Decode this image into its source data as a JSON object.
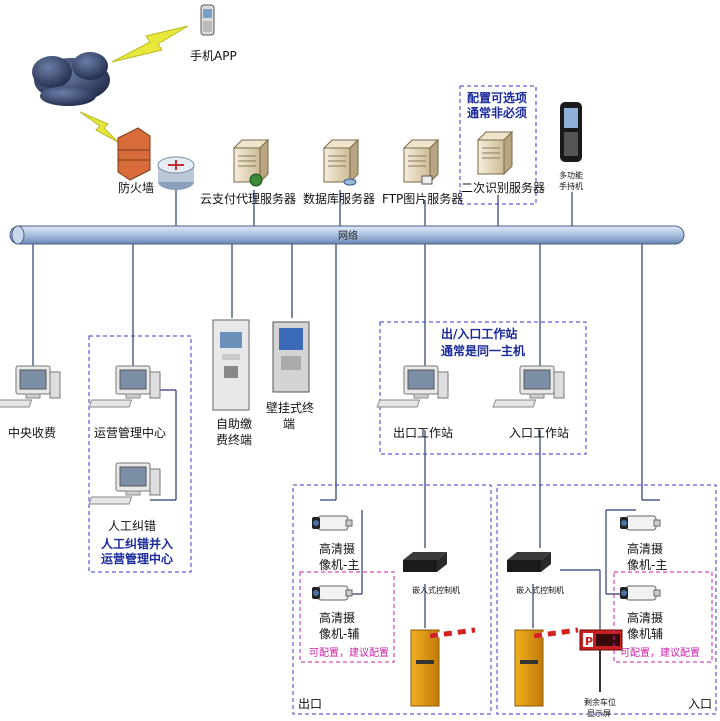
{
  "labels": {
    "phone_app": "手机APP",
    "firewall": "防火墙",
    "cloud_pay_proxy": "云支付代理服务器",
    "db_server": "数据库服务器",
    "ftp_server": "FTP图片服务器",
    "secondary_recog": "二次识别服务器",
    "optional_note_1": "配置可选项",
    "optional_note_2": "通常非必须",
    "handheld_1": "多功能",
    "handheld_2": "手持机",
    "network": "网络",
    "central_fee": "中央收费",
    "ops_center": "运营管理中心",
    "manual_correction": "人工纠错",
    "manual_merge_1": "人工纠错并入",
    "manual_merge_2": "运营管理中心",
    "self_pay_1": "自助缴",
    "self_pay_2": "费终端",
    "wall_mount_1": "壁挂式终",
    "wall_mount_2": "端",
    "workstation_note_1": "出/入口工作站",
    "workstation_note_2": "通常是同一主机",
    "exit_ws": "出口工作站",
    "entry_ws": "入口工作站",
    "hd_cam_main_1": "高清摄",
    "hd_cam_main_2": "像机-主",
    "hd_cam_aux_exit_1": "高清摄",
    "hd_cam_aux_exit_2": "像机-辅",
    "hd_cam_aux_entry_1": "高清摄",
    "hd_cam_aux_entry_2": "像机辅",
    "embedded_ctrl": "嵌入式控制机",
    "optional_config": "可配置，建议配置",
    "remaining_1": "剩余车位",
    "remaining_2": "显示屏",
    "exit": "出口",
    "entry": "入口"
  },
  "colors": {
    "blue_note": "#1a2a9a",
    "dashed_blue": "#3a3acc",
    "dashed_magenta": "#cc22aa",
    "lightning": "#e8e83a"
  }
}
